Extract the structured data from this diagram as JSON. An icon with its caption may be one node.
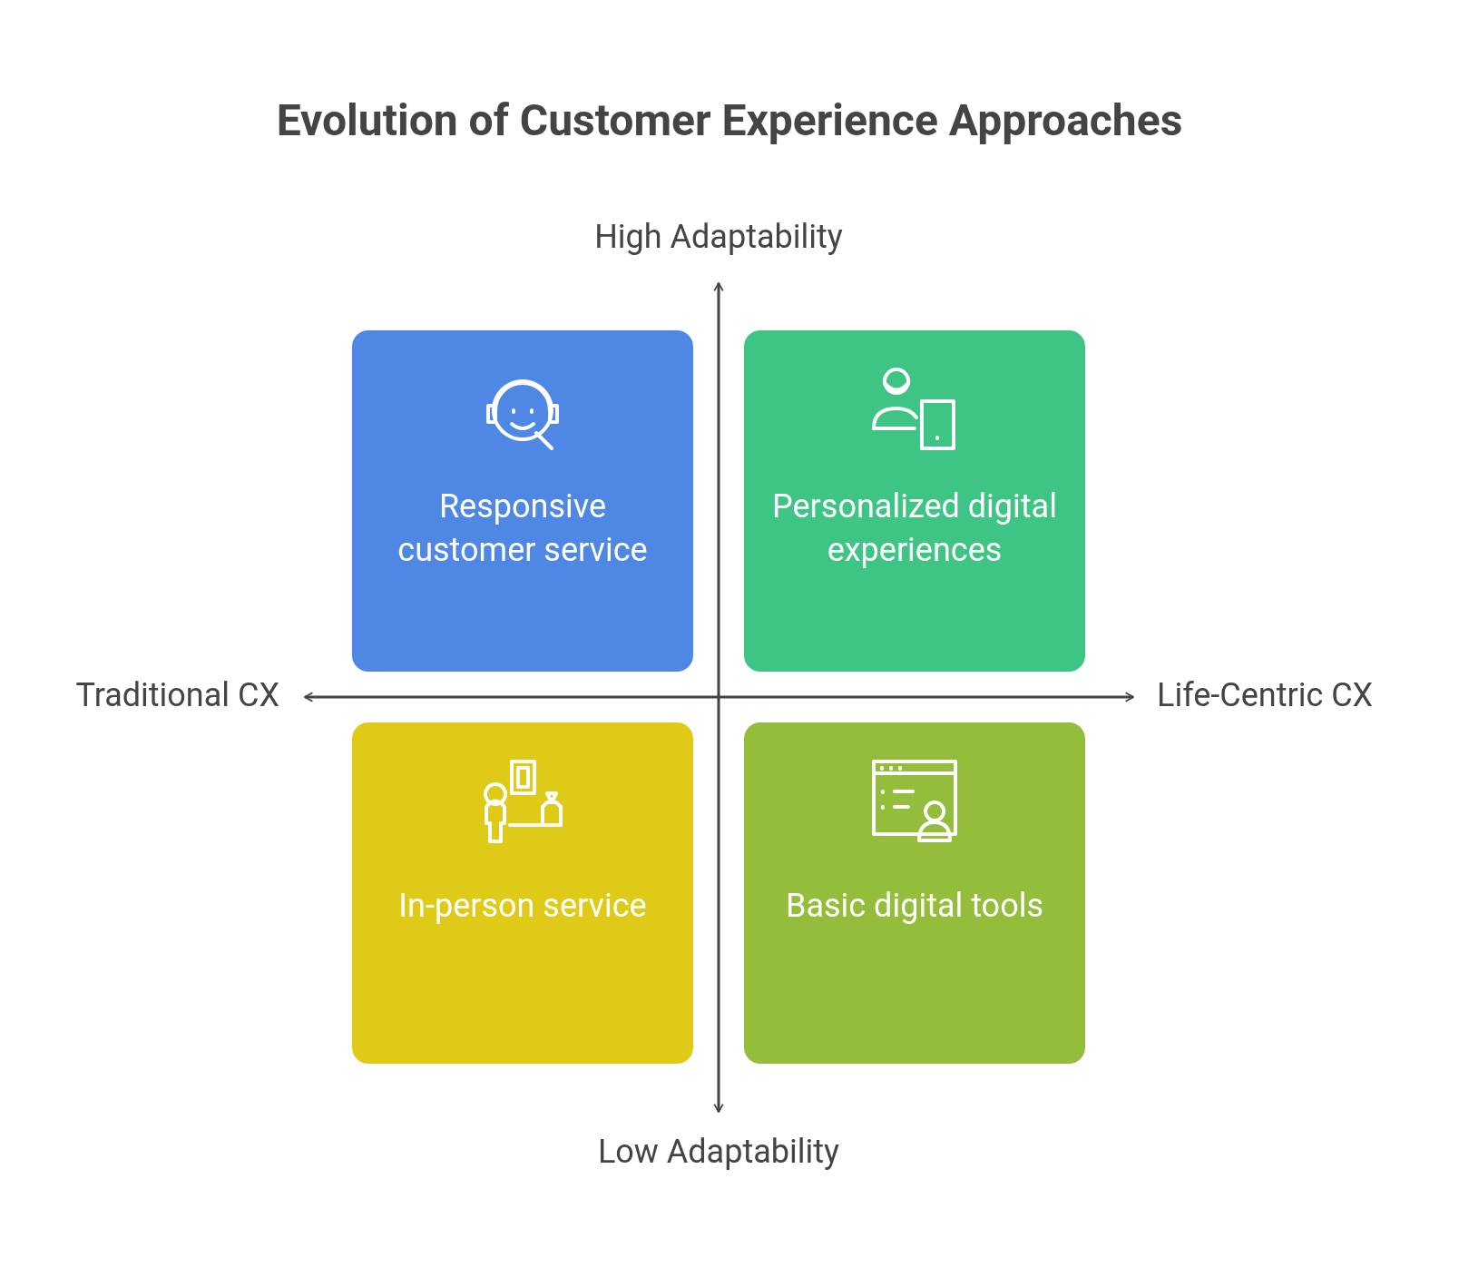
{
  "diagram": {
    "title": "Evolution of Customer Experience Approaches",
    "nodes": [
      {
        "text": [
          "Responsive customer service"
        ]
      },
      {
        "text": [
          "Personalized digital experiences"
        ]
      },
      {
        "text": [
          "In-person service"
        ]
      },
      {
        "text": [
          "Basic digital tools"
        ]
      }
    ],
    "labels": [
      "High Adaptability",
      "Traditional CX",
      "Life-Centric CX",
      "Low Adaptability"
    ]
  }
}
